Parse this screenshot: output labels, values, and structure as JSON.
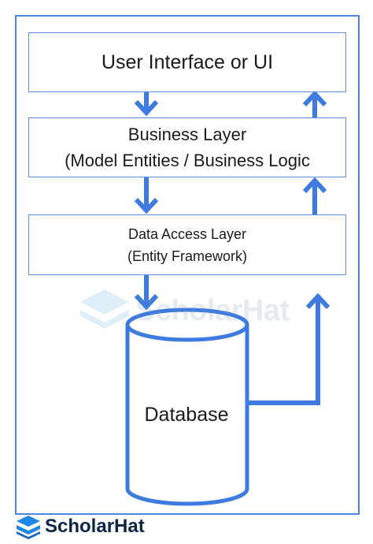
{
  "layers": {
    "ui": {
      "label": "User Interface or UI"
    },
    "business": {
      "line1": "Business Layer",
      "line2": "(Model Entities / Business Logic"
    },
    "data_access": {
      "line1": "Data Access Layer",
      "line2": "(Entity Framework)"
    }
  },
  "database": {
    "label": "Database"
  },
  "watermark": {
    "text": "ScholarHat"
  },
  "brand": {
    "name": "ScholarHat"
  },
  "colors": {
    "arrow": "#3d7be0",
    "border": "#4a86e0",
    "logo": "#1e88e5"
  }
}
